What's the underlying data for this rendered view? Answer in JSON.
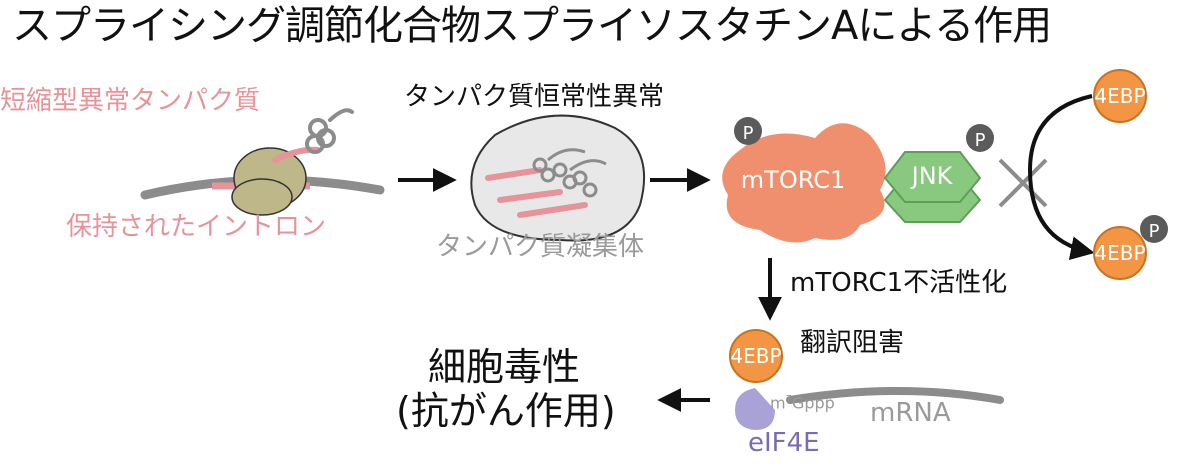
{
  "title": "スプライシング調節化合物スプライソスタチンAによる作用",
  "labels": {
    "truncated_protein": "短縮型異常タンパク質",
    "retained_intron": "保持されたイントロン",
    "proteostasis_abnormality": "タンパク質恒常性異常",
    "protein_aggregate": "タンパク質凝集体",
    "mtorc1_inactivation": "mTORC1不活性化",
    "translation_inhibition": "翻訳阻害",
    "cytotoxicity": "細胞毒性",
    "anticancer": "(抗がん作用)",
    "mrna": "mRNA",
    "eif4e": "eIF4E",
    "cap_prefix": "m",
    "cap_sup": "7",
    "cap_suffix": "Gppp"
  },
  "nodes": {
    "mtorc1": "mTORC1",
    "jnk": "JNK",
    "fourebp_top": "4EBP",
    "fourebp_phospho": "4EBP",
    "fourebp_bottom": "4EBP",
    "phospho": "P"
  },
  "colors": {
    "pink": "#e8929a",
    "ribosome": "#bdb78a",
    "mtorc1": "#ef8f6e",
    "jnk": "#88c87f",
    "fourebp": "#f29544",
    "phospho": "#5b5b5b",
    "eif4e": "#a9a2d6",
    "gray": "#8f8f8f"
  }
}
